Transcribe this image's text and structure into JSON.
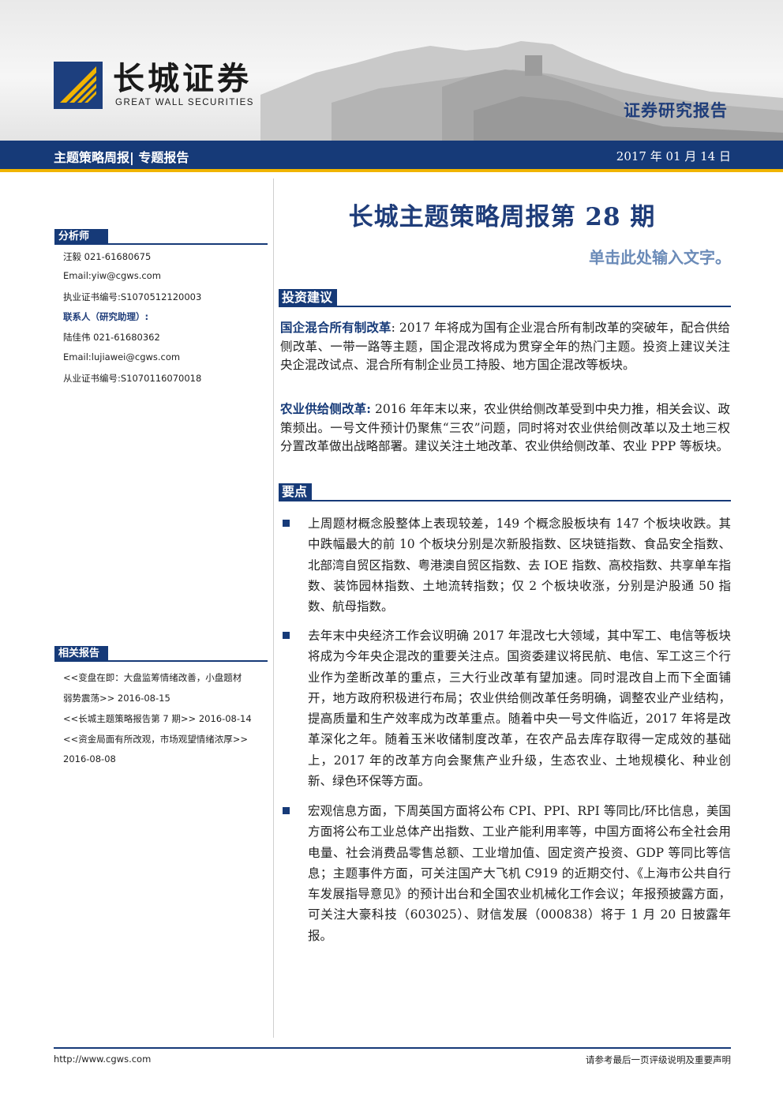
{
  "header": {
    "logo_cn": "长城证券",
    "logo_en": "GREAT WALL SECURITIES",
    "report_type": "证券研究报告",
    "band_title": "主题策略周报| 专题报告",
    "date": "2017 年 01 月 14 日"
  },
  "title": {
    "main": "长城主题策略周报第 28 期",
    "sub": "单击此处输入文字。"
  },
  "sidebar": {
    "analyst_heading": "分析师",
    "analyst_lines": [
      "汪毅 021-61680675",
      "Email:yiw@cgws.com",
      "执业证书编号:S1070512120003"
    ],
    "contact_heading": "联系人（研究助理）:",
    "contact_lines": [
      "陆佳伟 021-61680362",
      "Email:lujiawei@cgws.com",
      "从业证书编号:S1070116070018"
    ],
    "related_heading": "相关报告",
    "related_lines": [
      "<<变盘在即：大盘监筹情绪改善，小盘题材",
      "弱势震荡>> 2016-08-15",
      "<<长城主题策略报告第 7 期>> 2016-08-14",
      "<<资金局面有所改观，市场观望情绪浓厚>>",
      "2016-08-08"
    ]
  },
  "invest": {
    "heading": "投资建议",
    "p1_kw": "国企混合所有制改革",
    "p1_text": ": 2017 年将成为国有企业混合所有制改革的突破年，配合供给侧改革、一带一路等主题，国企混改将成为贯穿全年的热门主题。投资上建议关注央企混改试点、混合所有制企业员工持股、地方国企混改等板块。",
    "p2_kw": "农业供给侧改革:",
    "p2_text": " 2016 年年末以来，农业供给侧改革受到中央力推，相关会议、政策频出。一号文件预计仍聚焦“三农”问题，同时将对农业供给侧改革以及土地三权分置改革做出战略部署。建议关注土地改革、农业供给侧改革、农业 PPP 等板块。"
  },
  "points": {
    "heading": "要点",
    "items": [
      "上周题材概念股整体上表现较差，149 个概念股板块有 147 个板块收跌。其中跌幅最大的前 10 个板块分别是次新股指数、区块链指数、食品安全指数、北部湾自贸区指数、粤港澳自贸区指数、去 IOE 指数、高校指数、共享单车指数、装饰园林指数、土地流转指数；仅 2 个板块收涨，分别是沪股通 50 指数、航母指数。",
      "去年末中央经济工作会议明确 2017 年混改七大领域，其中军工、电信等板块将成为今年央企混改的重要关注点。国资委建议将民航、电信、军工这三个行业作为垄断改革的重点，三大行业改革有望加速。同时混改自上而下全面铺开，地方政府积极进行布局；农业供给侧改革任务明确，调整农业产业结构，提高质量和生产效率成为改革重点。随着中央一号文件临近，2017 年将是改革深化之年。随着玉米收储制度改革，在农产品去库存取得一定成效的基础上，2017 年的改革方向会聚焦产业升级，生态农业、土地规模化、种业创新、绿色环保等方面。",
      "宏观信息方面，下周英国方面将公布 CPI、PPI、RPI 等同比/环比信息，美国方面将公布工业总体产出指数、工业产能利用率等，中国方面将公布全社会用电量、社会消费品零售总额、工业增加值、固定资产投资、GDP 等同比等信息；主题事件方面，可关注国产大飞机 C919 的近期交付、《上海市公共自行车发展指导意见》的预计出台和全国农业机械化工作会议；年报预披露方面，可关注大豪科技（603025）、财信发展（000838）将于 1 月 20 日披露年报。"
    ]
  },
  "footer": {
    "url": "http://www.cgws.com",
    "note": "请参考最后一页评级说明及重要声明"
  },
  "colors": {
    "brand_blue": "#163a78",
    "accent_yellow": "#f0b400",
    "title_blue": "#1f3d7a"
  }
}
